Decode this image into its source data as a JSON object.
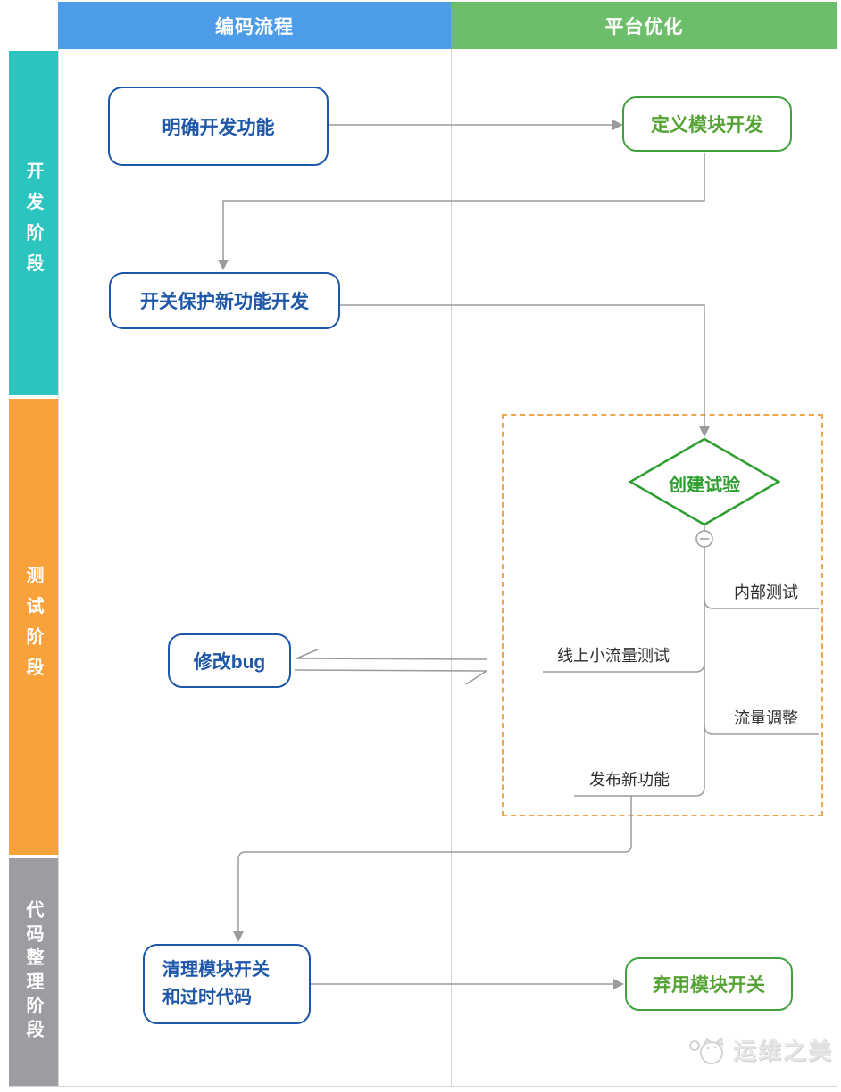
{
  "header": {
    "coding": "编码流程",
    "platform": "平台优化"
  },
  "lanes": {
    "dev": "开发阶段",
    "test": "测试阶段",
    "cleanup": "代码整理阶段"
  },
  "nodes": {
    "clarify": "明确开发功能",
    "define_module": "定义模块开发",
    "switch_protect": "开关保护新功能开发",
    "create_experiment": "创建试验",
    "fix_bug": "修改bug",
    "cleanup": "清理模块开关\n和过时代码",
    "deprecate": "弃用模块开关"
  },
  "branches": {
    "internal_test": "内部测试",
    "small_traffic_test": "线上小流量测试",
    "traffic_adjust": "流量调整",
    "release": "发布新功能"
  },
  "watermark": "运维之美",
  "colors": {
    "header-blue": "#4C9CEA",
    "header-green": "#6CBE6B",
    "lane-dev": "#2BC4BE",
    "lane-test": "#F9A23B",
    "lane-clean": "#9D9DA1",
    "node-blue": "#1F57A8",
    "node-green-border": "#3FA23F",
    "node-green-text": "#55A335",
    "diamond-green": "#2F9E30",
    "connector": "#9B9B9B",
    "divider": "#D2D2D2",
    "dashed-orange": "#EDA54F",
    "branch-text": "#2E2E2E",
    "watermark": "#E6E6E6",
    "canvas-border": "#D6D6D6"
  }
}
